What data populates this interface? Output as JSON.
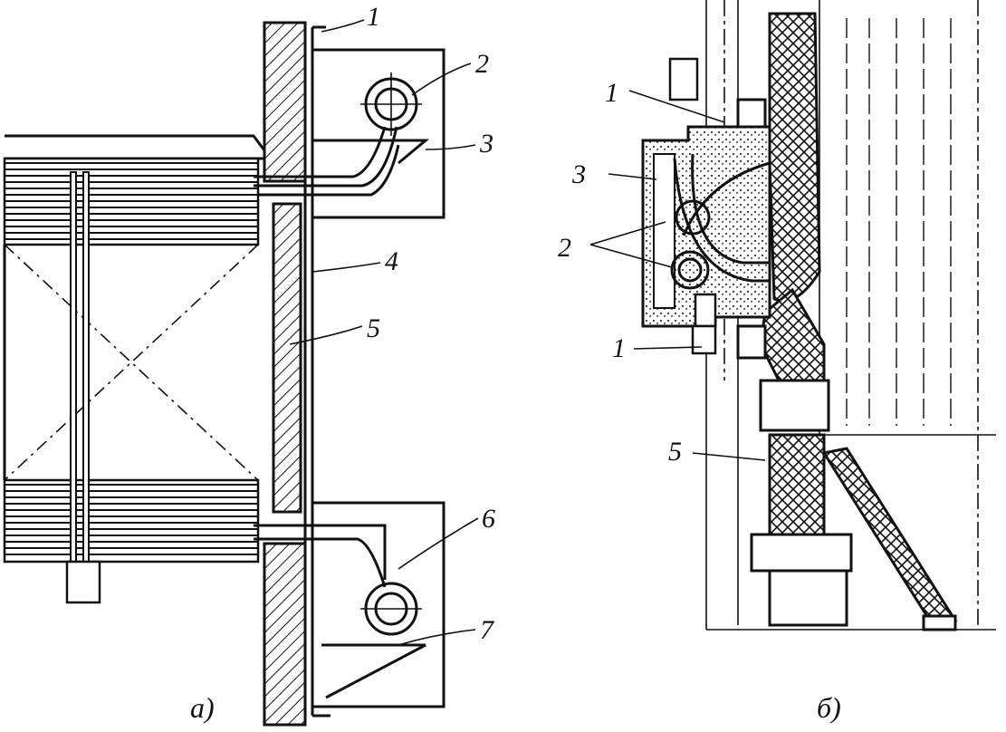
{
  "figure_a": {
    "caption": "а)",
    "labels": [
      "1",
      "2",
      "3",
      "4",
      "5",
      "6",
      "7"
    ]
  },
  "figure_b": {
    "caption": "б)",
    "labels": [
      "1",
      "3",
      "2",
      "1",
      "5"
    ]
  }
}
